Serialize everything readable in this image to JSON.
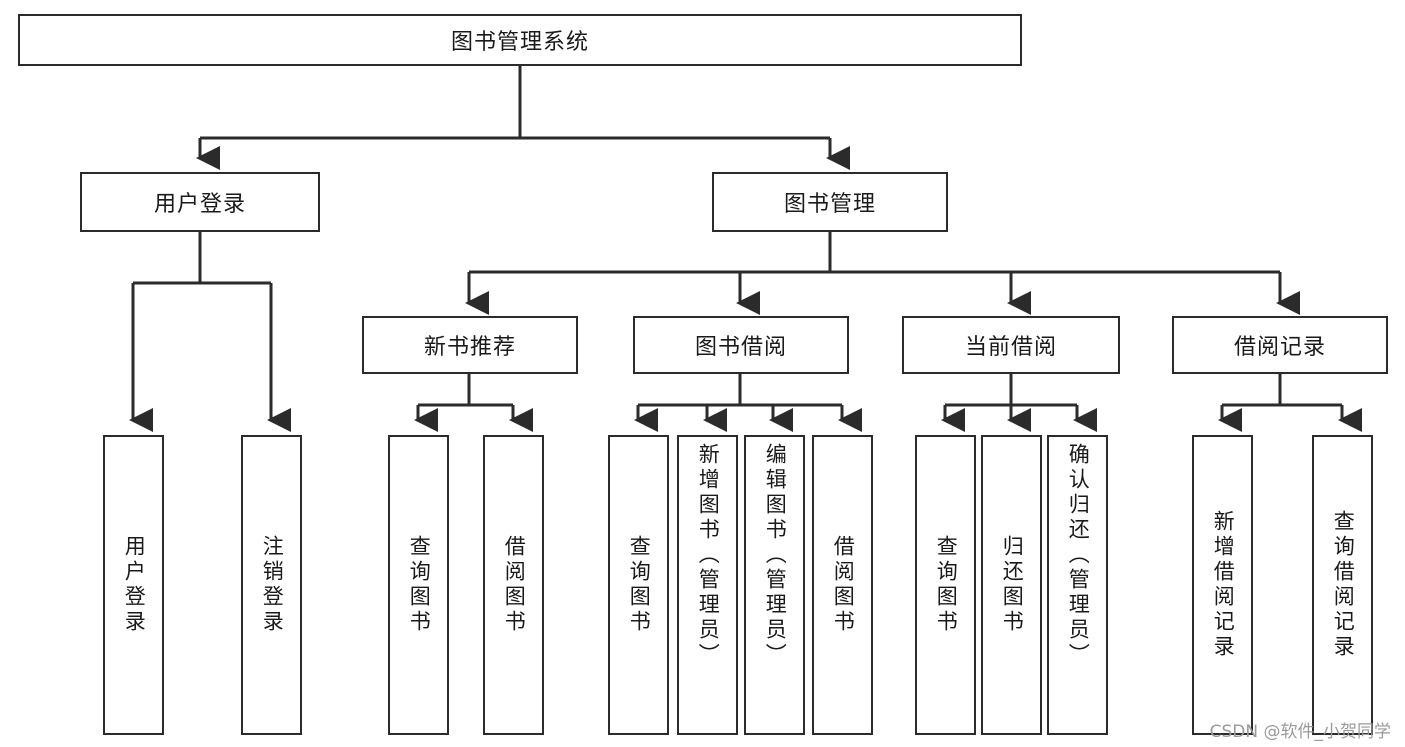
{
  "diagram": {
    "type": "tree",
    "root": {
      "label": "图书管理系统"
    },
    "level1": [
      {
        "label": "用户登录"
      },
      {
        "label": "图书管理"
      }
    ],
    "level2": [
      {
        "label": "新书推荐"
      },
      {
        "label": "图书借阅"
      },
      {
        "label": "当前借阅"
      },
      {
        "label": "借阅记录"
      }
    ],
    "leaves": {
      "user_login": [
        {
          "label": "用户登录"
        },
        {
          "label": "注销登录"
        }
      ],
      "new_book_recommend": [
        {
          "label": "查询图书"
        },
        {
          "label": "借阅图书"
        }
      ],
      "book_borrow": [
        {
          "label": "查询图书"
        },
        {
          "label": "新增图书（管理员）"
        },
        {
          "label": "编辑图书（管理员）"
        },
        {
          "label": "借阅图书"
        }
      ],
      "current_borrow": [
        {
          "label": "查询图书"
        },
        {
          "label": "归还图书"
        },
        {
          "label": "确认归还（管理员）"
        }
      ],
      "borrow_record": [
        {
          "label": "新增借阅记录"
        },
        {
          "label": "查询借阅记录"
        }
      ]
    }
  },
  "watermark": {
    "text": "CSDN @软件_小贺同学"
  },
  "colors": {
    "stroke": "#2b2b2b",
    "fill": "#ffffff",
    "text": "#1a1a1a",
    "watermark": "#9a9a9a"
  }
}
